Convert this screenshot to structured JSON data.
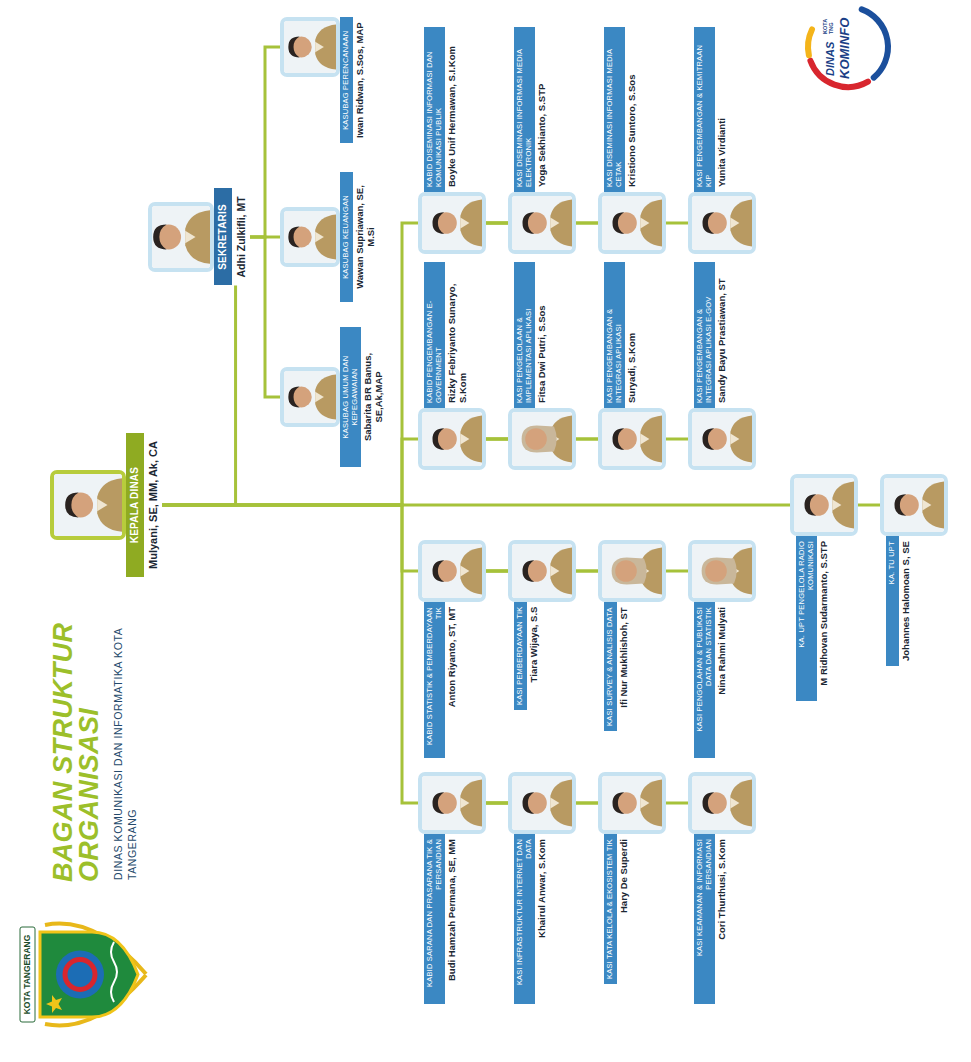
{
  "diagram": {
    "title": "BAGAN STRUKTUR ORGANISASI",
    "nodes": [
      {
        "text": [
          "KEPALA DINAS",
          "Mulyani, SE, MM, Ak, CA"
        ]
      },
      {
        "text": [
          "SEKRETARIS",
          "Adhi Zulkifli, MT"
        ]
      },
      {
        "text": [
          "KASUBAG UMUM DAN KEPEGAWAIAN",
          "Sabarita BR Banus, SE,Ak,MAP"
        ]
      },
      {
        "text": [
          "KASUBAG KEUANGAN",
          "Wawan Supriawan, SE, M.Si"
        ]
      },
      {
        "text": [
          "KASUBAG PERENCANAAN",
          "Iwan Ridwan, S.Sos, MAP"
        ]
      },
      {
        "text": [
          "KABID SARANA DAN PRASARANA TIK & PERSANDIAN",
          "Budi Hamzah Permana, SE, MM"
        ]
      },
      {
        "text": [
          "KASI INFRASTRUKTUR INTERNET DAN DATA",
          "Khairul Anwar, S.Kom"
        ]
      },
      {
        "text": [
          "KASI TATA KELOLA & EKOSISTEM TIK",
          "Hary De Superdi"
        ]
      },
      {
        "text": [
          "KASI KEAMANAN & INFORMASI PERSANDIAN",
          "Cori Thurthusi, S.Kom"
        ]
      },
      {
        "text": [
          "KABID STATISTIK & PEMBERDAYAAN TIK",
          "Anton Riyanto, ST, MT"
        ]
      },
      {
        "text": [
          "KASI PEMBERDAYAAN TIK",
          "Tiara Wijaya, S.S"
        ]
      },
      {
        "text": [
          "KASI SURVEY & ANALISIS DATA",
          "Ifi Nur Mukhlishoh, ST"
        ]
      },
      {
        "text": [
          "KASI PENGOLAHAN & PUBLIKASI DATA DAN STATISTIK",
          "Nina Rahmi Mulyati"
        ]
      },
      {
        "text": [
          "KABID PENGEMBANGAN E-GOVERNMENT",
          "Rizky Febriyanto Sunaryo, S.Kom"
        ]
      },
      {
        "text": [
          "KASI PENGELOLAAN & IMPLEMENTASI APLIKASI",
          "Fitsa Dwi Putri, S.Sos"
        ]
      },
      {
        "text": [
          "KASI PENGEMBANGAN & INTEGRASI APLIKASI",
          "Suryadi, S.Kom"
        ]
      },
      {
        "text": [
          "KASI PENGEMBANGAN & INTEGRASI APLIKASI E-GOV",
          "Sandy Bayu Prastiawan, ST"
        ]
      },
      {
        "text": [
          "KABID DISEMINASI INFORMASI DAN KOMUNIKASI PUBLIK",
          "Boyke Unif Hermawan, S.I.Kom"
        ]
      },
      {
        "text": [
          "KASI DISEMINASI INFORMASI MEDIA ELEKTRONIK",
          "Yoga Sekhianto, S.STP"
        ]
      },
      {
        "text": [
          "KASI DISEMINASI INFORMASI MEDIA CETAK",
          "Kristiono Suntoro, S.Sos"
        ]
      },
      {
        "text": [
          "KASI PENGEMBANGAN & KEMITRAAN KIP",
          "Yunita Virdianti"
        ]
      },
      {
        "text": [
          "KA. UPT PENGELOLA RADIO KOMUNIKASI",
          "M Ridhovan Sudarmanto, S.STP"
        ]
      },
      {
        "text": [
          "KA. TU UPT",
          "Johannes Halomoan S, SE"
        ]
      }
    ],
    "edges": [
      {
        "from": 0,
        "to": 1,
        "arrow": "none"
      },
      {
        "from": 1,
        "to": 2,
        "arrow": "none"
      },
      {
        "from": 1,
        "to": 3,
        "arrow": "none"
      },
      {
        "from": 1,
        "to": 4,
        "arrow": "none"
      },
      {
        "from": 0,
        "to": 5,
        "arrow": "none"
      },
      {
        "from": 5,
        "to": 6,
        "arrow": "none"
      },
      {
        "from": 5,
        "to": 7,
        "arrow": "none"
      },
      {
        "from": 5,
        "to": 8,
        "arrow": "none"
      },
      {
        "from": 0,
        "to": 9,
        "arrow": "none"
      },
      {
        "from": 9,
        "to": 10,
        "arrow": "none"
      },
      {
        "from": 9,
        "to": 11,
        "arrow": "none"
      },
      {
        "from": 9,
        "to": 12,
        "arrow": "none"
      },
      {
        "from": 0,
        "to": 13,
        "arrow": "none"
      },
      {
        "from": 13,
        "to": 14,
        "arrow": "none"
      },
      {
        "from": 13,
        "to": 15,
        "arrow": "none"
      },
      {
        "from": 13,
        "to": 16,
        "arrow": "none"
      },
      {
        "from": 0,
        "to": 17,
        "arrow": "none"
      },
      {
        "from": 17,
        "to": 18,
        "arrow": "none"
      },
      {
        "from": 17,
        "to": 19,
        "arrow": "none"
      },
      {
        "from": 17,
        "to": 20,
        "arrow": "none"
      },
      {
        "from": 0,
        "to": 21,
        "arrow": "none"
      },
      {
        "from": 21,
        "to": 22,
        "arrow": "none"
      }
    ],
    "labels": [
      "DINAS KOMUNIKASI DAN INFORMATIKA KOTA TANGERANG",
      "KOTA TANGERANG",
      "DINAS",
      "KOMINFO",
      "KOTA TNG"
    ]
  }
}
